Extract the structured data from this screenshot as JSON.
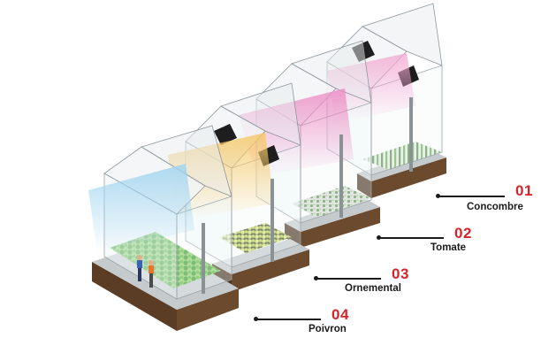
{
  "callouts": [
    {
      "number": "01",
      "label": "Concombre"
    },
    {
      "number": "02",
      "label": "Tomate"
    },
    {
      "number": "03",
      "label": "Ornemental"
    },
    {
      "number": "04",
      "label": "Poivron"
    }
  ],
  "colors": {
    "accent": "#d9232a",
    "text": "#1b1b1b",
    "soil": "#6b4a2e",
    "floor": "#bfc4c8",
    "plant": "#4caf3c"
  },
  "greenhouses": [
    {
      "crop": "Concombre",
      "light": "#f4b9d6"
    },
    {
      "crop": "Tomate",
      "light": "#ee9ccc"
    },
    {
      "crop": "Ornemental",
      "light": "#f7d48a"
    },
    {
      "crop": "Poivron",
      "light": "#bfe3f5"
    }
  ]
}
